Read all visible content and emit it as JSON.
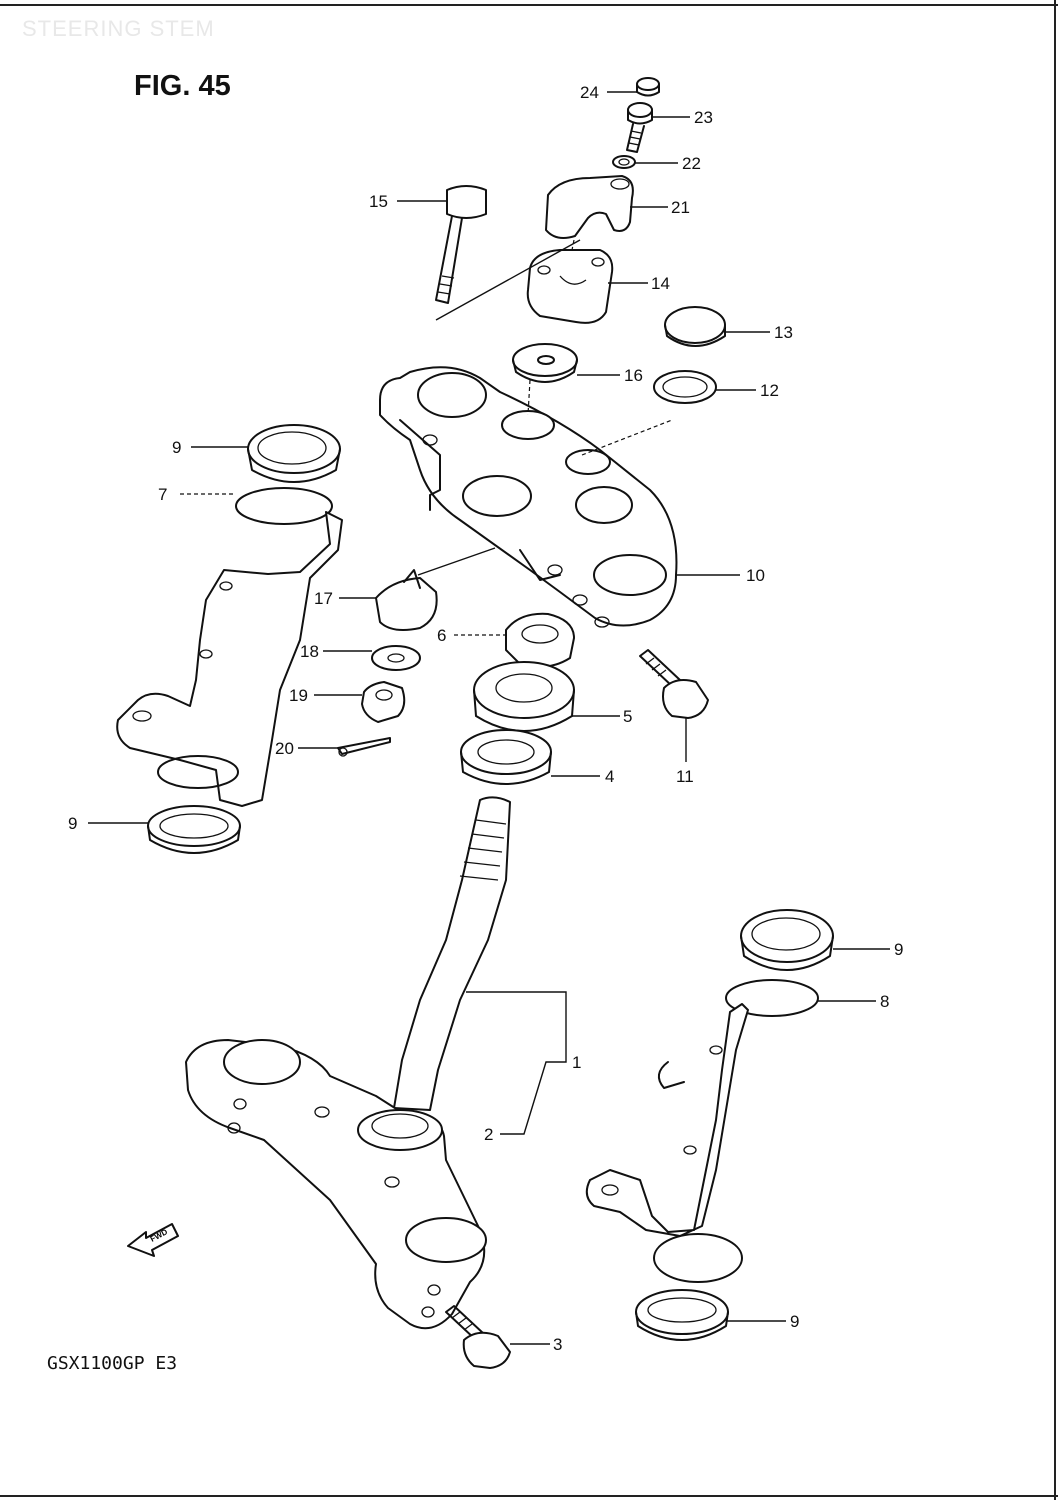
{
  "watermark": "STEERING STEM",
  "figure_title": "FIG. 45",
  "model_code": "GSX1100GP E3",
  "fwd_label": "FWD",
  "callouts": [
    {
      "id": "c24",
      "text": "24"
    },
    {
      "id": "c23",
      "text": "23"
    },
    {
      "id": "c22",
      "text": "22"
    },
    {
      "id": "c21",
      "text": "21"
    },
    {
      "id": "c15",
      "text": "15"
    },
    {
      "id": "c14",
      "text": "14"
    },
    {
      "id": "c13",
      "text": "13"
    },
    {
      "id": "c16",
      "text": "16"
    },
    {
      "id": "c12",
      "text": "12"
    },
    {
      "id": "c9a",
      "text": "9"
    },
    {
      "id": "c7",
      "text": "7"
    },
    {
      "id": "c10",
      "text": "10"
    },
    {
      "id": "c17",
      "text": "17"
    },
    {
      "id": "c6",
      "text": "6"
    },
    {
      "id": "c18",
      "text": "18"
    },
    {
      "id": "c19",
      "text": "19"
    },
    {
      "id": "c5",
      "text": "5"
    },
    {
      "id": "c20",
      "text": "20"
    },
    {
      "id": "c4",
      "text": "4"
    },
    {
      "id": "c11",
      "text": "11"
    },
    {
      "id": "c9b",
      "text": "9"
    },
    {
      "id": "c9c",
      "text": "9"
    },
    {
      "id": "c8",
      "text": "8"
    },
    {
      "id": "c1",
      "text": "1"
    },
    {
      "id": "c2",
      "text": "2"
    },
    {
      "id": "c9d",
      "text": "9"
    },
    {
      "id": "c3",
      "text": "3"
    }
  ]
}
